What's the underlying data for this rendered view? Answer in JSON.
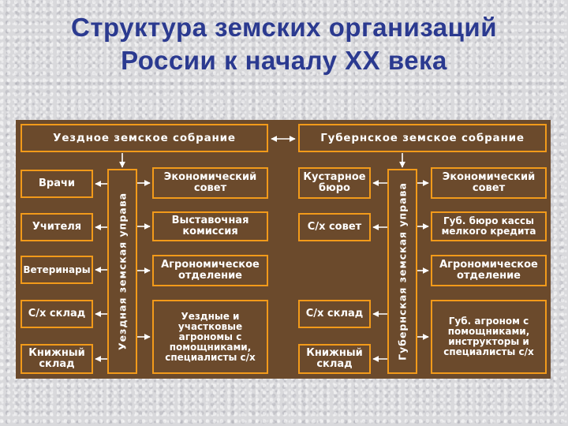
{
  "title": {
    "line1": "Структура земских организаций",
    "line2": "России к началу XX века"
  },
  "left": {
    "assembly": "Уездное земское собрание",
    "uprava": "Уездная земская управа",
    "staff": [
      "Врачи",
      "Учителя",
      "Ветеринары",
      "С/х склад",
      "Книжный\nсклад"
    ],
    "units": [
      "Экономический\nсовет",
      "Выставочная\nкомиссия",
      "Агрономическое\nотделение",
      "Уездные и\nучастковые\nагрономы с\nпомощниками,\nспециалисты с/х"
    ]
  },
  "right": {
    "assembly": "Губернское земское собрание",
    "uprava": "Губернская земская управа",
    "staff": [
      "Кустарное\nбюро",
      "С/х совет",
      "С/х склад",
      "Книжный\nсклад"
    ],
    "units": [
      "Экономический\nсовет",
      "Губ. бюро кассы\nмелкого кредита",
      "Агрономическое\nотделение",
      "Губ. агроном с\nпомощниками,\nинструкторы и\nспециалисты с/х"
    ]
  },
  "colors": {
    "panel": "#6b4a2c",
    "border": "#f29a1a",
    "title": "#2b3a90",
    "text": "#ffffff"
  }
}
